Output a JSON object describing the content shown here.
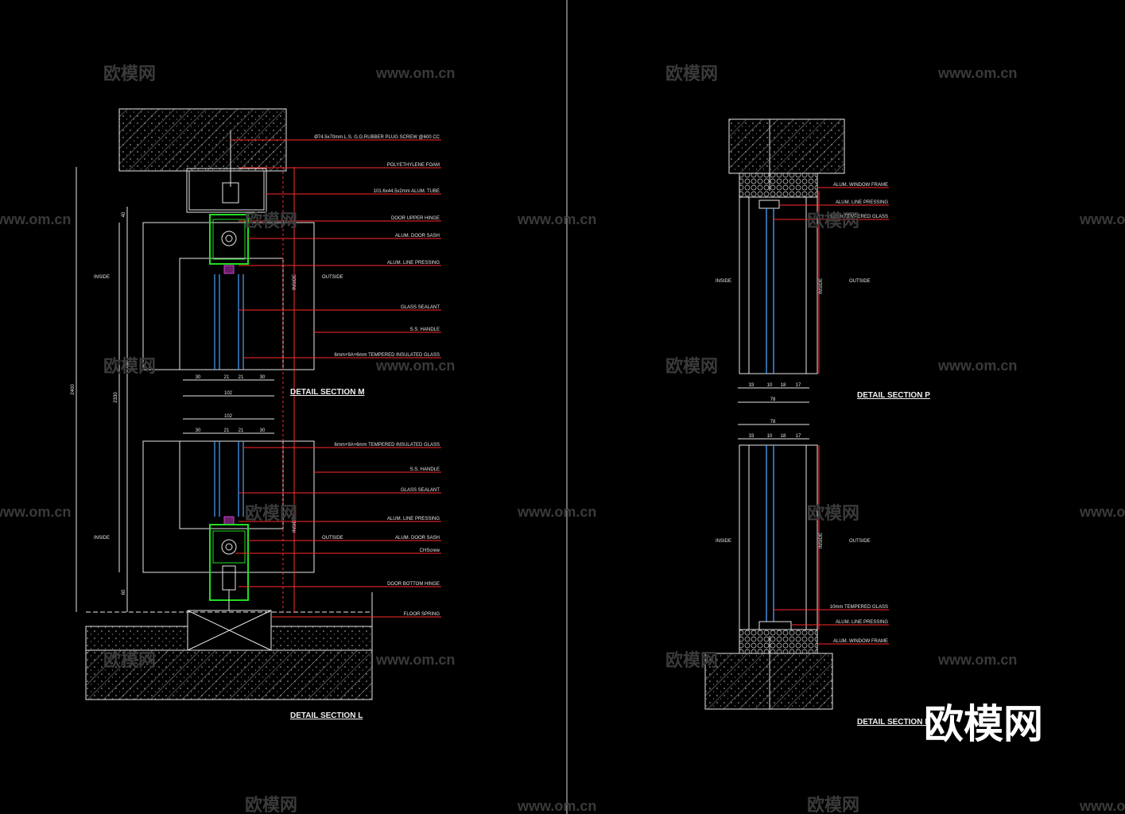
{
  "brand": {
    "logo_text": "欧模网",
    "watermark_cn": "欧模网",
    "watermark_url": "www.om.cn"
  },
  "colors": {
    "background": "#000000",
    "line": "#e6e6e6",
    "leader": "#ff2a2a",
    "frame": "#22dd22",
    "glass": "#4aa3ff",
    "accent": "#d040d0"
  },
  "left": {
    "section_m": {
      "title": "DETAIL SECTION M",
      "labels": [
        "Ø74.5x70mm L.S. G.G.RUBBER PLUG SCREW @600 CC",
        "POLYETHYLENE FOAM",
        "101.6x44.5x2mm ALUM. TUBE",
        "DOOR UPPER HINGE",
        "ALUM. DOOR SASH",
        "ALUM. LINE PRESSING",
        "GLASS SEALANT",
        "S.S. HANDLE",
        "6mm+9A+6mm TEMPERED INSULATED GLASS"
      ],
      "dims_bottom": [
        "30",
        "21",
        "21",
        "30"
      ],
      "dim_width": "102",
      "vertical_tag": "INSIDE",
      "side_left": "INSIDE",
      "side_right": "OUTSIDE"
    },
    "section_l": {
      "title": "DETAIL SECTION L",
      "labels": [
        "6mm+9A+6mm TEMPERED INSULATED GLASS",
        "S.S. HANDLE",
        "GLASS SEALANT",
        "ALUM. LINE PRESSING",
        "ALUM. DOOR SASH",
        "CHScrew",
        "DOOR BOTTOM HINGE",
        "FLOOR SPRING"
      ],
      "dims_top": [
        "30",
        "21",
        "21",
        "30"
      ],
      "dim_width": "102",
      "vertical_tag": "INSIDE",
      "side_left": "INSIDE",
      "side_right": "OUTSIDE"
    },
    "overall_dims": [
      "2400",
      "2330",
      "40",
      "60"
    ]
  },
  "right": {
    "section_p": {
      "title": "DETAIL SECTION P",
      "labels": [
        "ALUM. WINDOW FRAME",
        "ALUM. LINE PRESSING",
        "10mm TEMPERED GLASS"
      ],
      "dims": [
        "33",
        "10",
        "18",
        "17"
      ],
      "dim_width": "78",
      "vertical_tag": "INSIDE",
      "side_left": "INSIDE",
      "side_right": "OUTSIDE"
    },
    "section_n": {
      "title": "DETAIL SECTION N",
      "labels": [
        "10mm TEMPERED GLASS",
        "ALUM. LINE PRESSING",
        "ALUM. WINDOW FRAME"
      ],
      "dims": [
        "33",
        "10",
        "18",
        "17"
      ],
      "dim_width": "78",
      "vertical_tag": "INSIDE",
      "side_left": "INSIDE",
      "side_right": "OUTSIDE"
    }
  }
}
